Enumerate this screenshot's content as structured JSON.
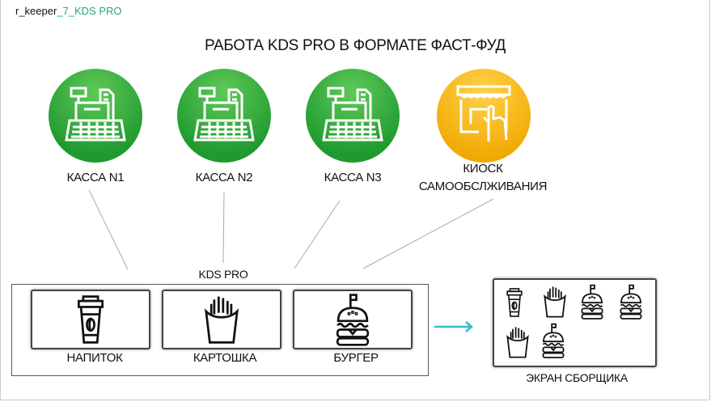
{
  "header": {
    "prefix": "r_keeper",
    "suffix": "_7_KDS PRO",
    "accent": "#2aa57a"
  },
  "title": "РАБОТА KDS PRO В ФОРМАТЕ ФАСТ-ФУД",
  "sources": [
    {
      "label": "КАССА N1",
      "icon": "cash-register-icon",
      "color": "#2ea83a"
    },
    {
      "label": "КАССА N2",
      "icon": "cash-register-icon",
      "color": "#2ea83a"
    },
    {
      "label": "КАССА N3",
      "icon": "cash-register-icon",
      "color": "#2ea83a"
    },
    {
      "label_line1": "КИОСК",
      "label_line2": "САМООБСЛЖИВАНИЯ",
      "icon": "kiosk-icon",
      "color": "#f5b400"
    }
  ],
  "kds": {
    "label": "KDS PRO",
    "stations": [
      {
        "label": "НАПИТОК",
        "icon": "coffee-cup-icon"
      },
      {
        "label": "КАРТОШКА",
        "icon": "fries-icon"
      },
      {
        "label": "БУРГЕР",
        "icon": "burger-icon"
      }
    ]
  },
  "arrow_color": "#3bb8d0",
  "assembler": {
    "label": "ЭКРАН СБОРЩИКА",
    "items": [
      "coffee-cup-icon",
      "fries-icon",
      "burger-icon",
      "burger-icon",
      "fries-icon",
      "burger-icon"
    ]
  }
}
